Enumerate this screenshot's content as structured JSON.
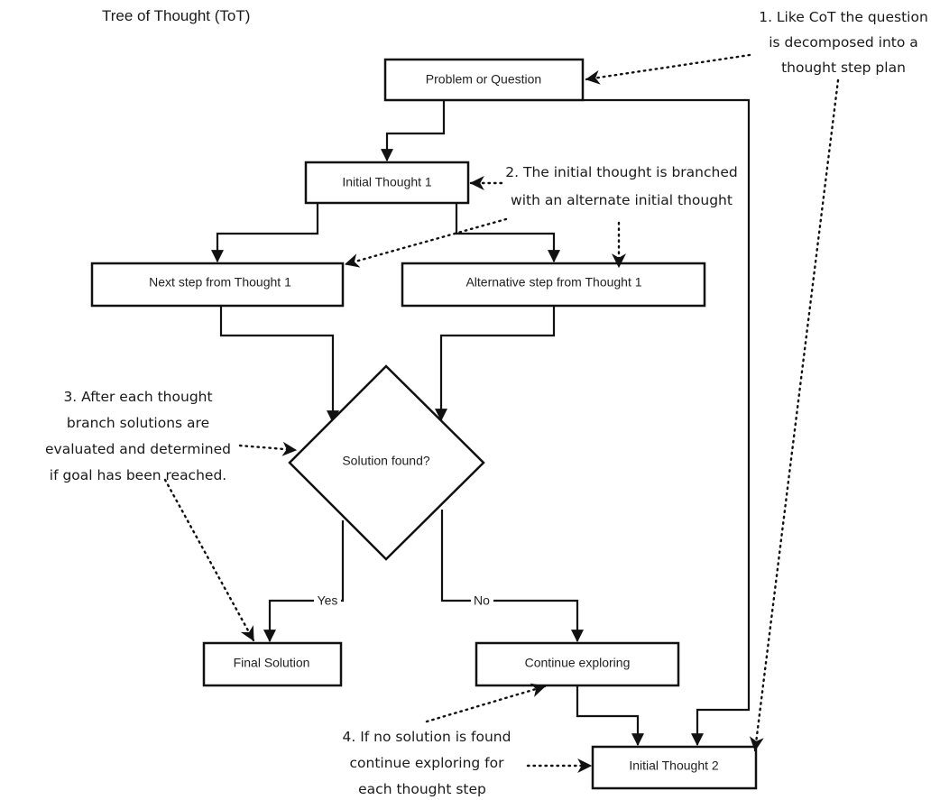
{
  "title": "Tree of Thought (ToT)",
  "nodes": {
    "problem": "Problem or Question",
    "initial_thought_1": "Initial Thought 1",
    "next_step": "Next step from Thought 1",
    "alternative_step": "Alternative step from Thought 1",
    "decision": "Solution found?",
    "final_solution": "Final Solution",
    "continue_exploring": "Continue exploring",
    "initial_thought_2": "Initial Thought 2"
  },
  "edge_labels": {
    "yes": "Yes",
    "no": "No"
  },
  "annotations": {
    "note1": [
      "1. Like CoT the question",
      "is decomposed into a",
      "thought step plan"
    ],
    "note2": [
      "2. The initial thought is branched",
      "with an alternate initial thought"
    ],
    "note3": [
      "3. After each thought",
      "branch solutions are",
      "evaluated and determined",
      "if goal has been reached."
    ],
    "note4": [
      "4. If no solution is found",
      "continue exploring for",
      "each thought step"
    ]
  }
}
